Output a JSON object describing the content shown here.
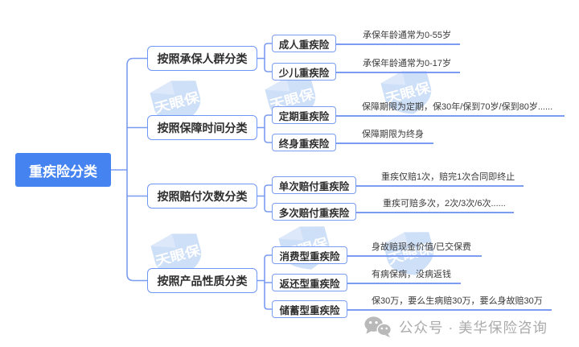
{
  "root": {
    "label": "重疾险分类"
  },
  "branches": [
    {
      "label": "按照承保人群分类",
      "children": [
        {
          "label": "成人重疾险",
          "note": "承保年龄通常为0-55岁"
        },
        {
          "label": "少儿重疾险",
          "note": "承保年龄通常为0-17岁"
        }
      ]
    },
    {
      "label": "按照保障时间分类",
      "children": [
        {
          "label": "定期重疾险",
          "note": "保障期限为定期，保30年/保到70岁/保到80岁......"
        },
        {
          "label": "终身重疾险",
          "note": "保障期限为终身"
        }
      ]
    },
    {
      "label": "按照赔付次数分类",
      "children": [
        {
          "label": "单次赔付重疾险",
          "note": "重疾仅赔1次，赔完1次合同即终止"
        },
        {
          "label": "多次赔付重疾险",
          "note": "重疾可赔多次，2次/3次/6次......"
        }
      ]
    },
    {
      "label": "按照产品性质分类",
      "children": [
        {
          "label": "消费型重疾险",
          "note": "身故赔现金价值/已交保费"
        },
        {
          "label": "返还型重疾险",
          "note": "有病保病，没病返钱"
        },
        {
          "label": "储蓄型重疾险",
          "note": "保30万，要么生病赔30万，要么身故赔30万"
        }
      ]
    }
  ],
  "watermark": {
    "text": "天眼保"
  },
  "footer": {
    "text": "公众号 · 美华保险咨询",
    "icon": "wechat-icon"
  },
  "colors": {
    "root_fill": "#4583F1",
    "line_blue": "#7B9CF2",
    "branch_border": "#6E96F5",
    "text_dark": "#2e2e2e",
    "footer_gray": "#ABABAB",
    "watermark_fill": "#C6DAF7"
  }
}
